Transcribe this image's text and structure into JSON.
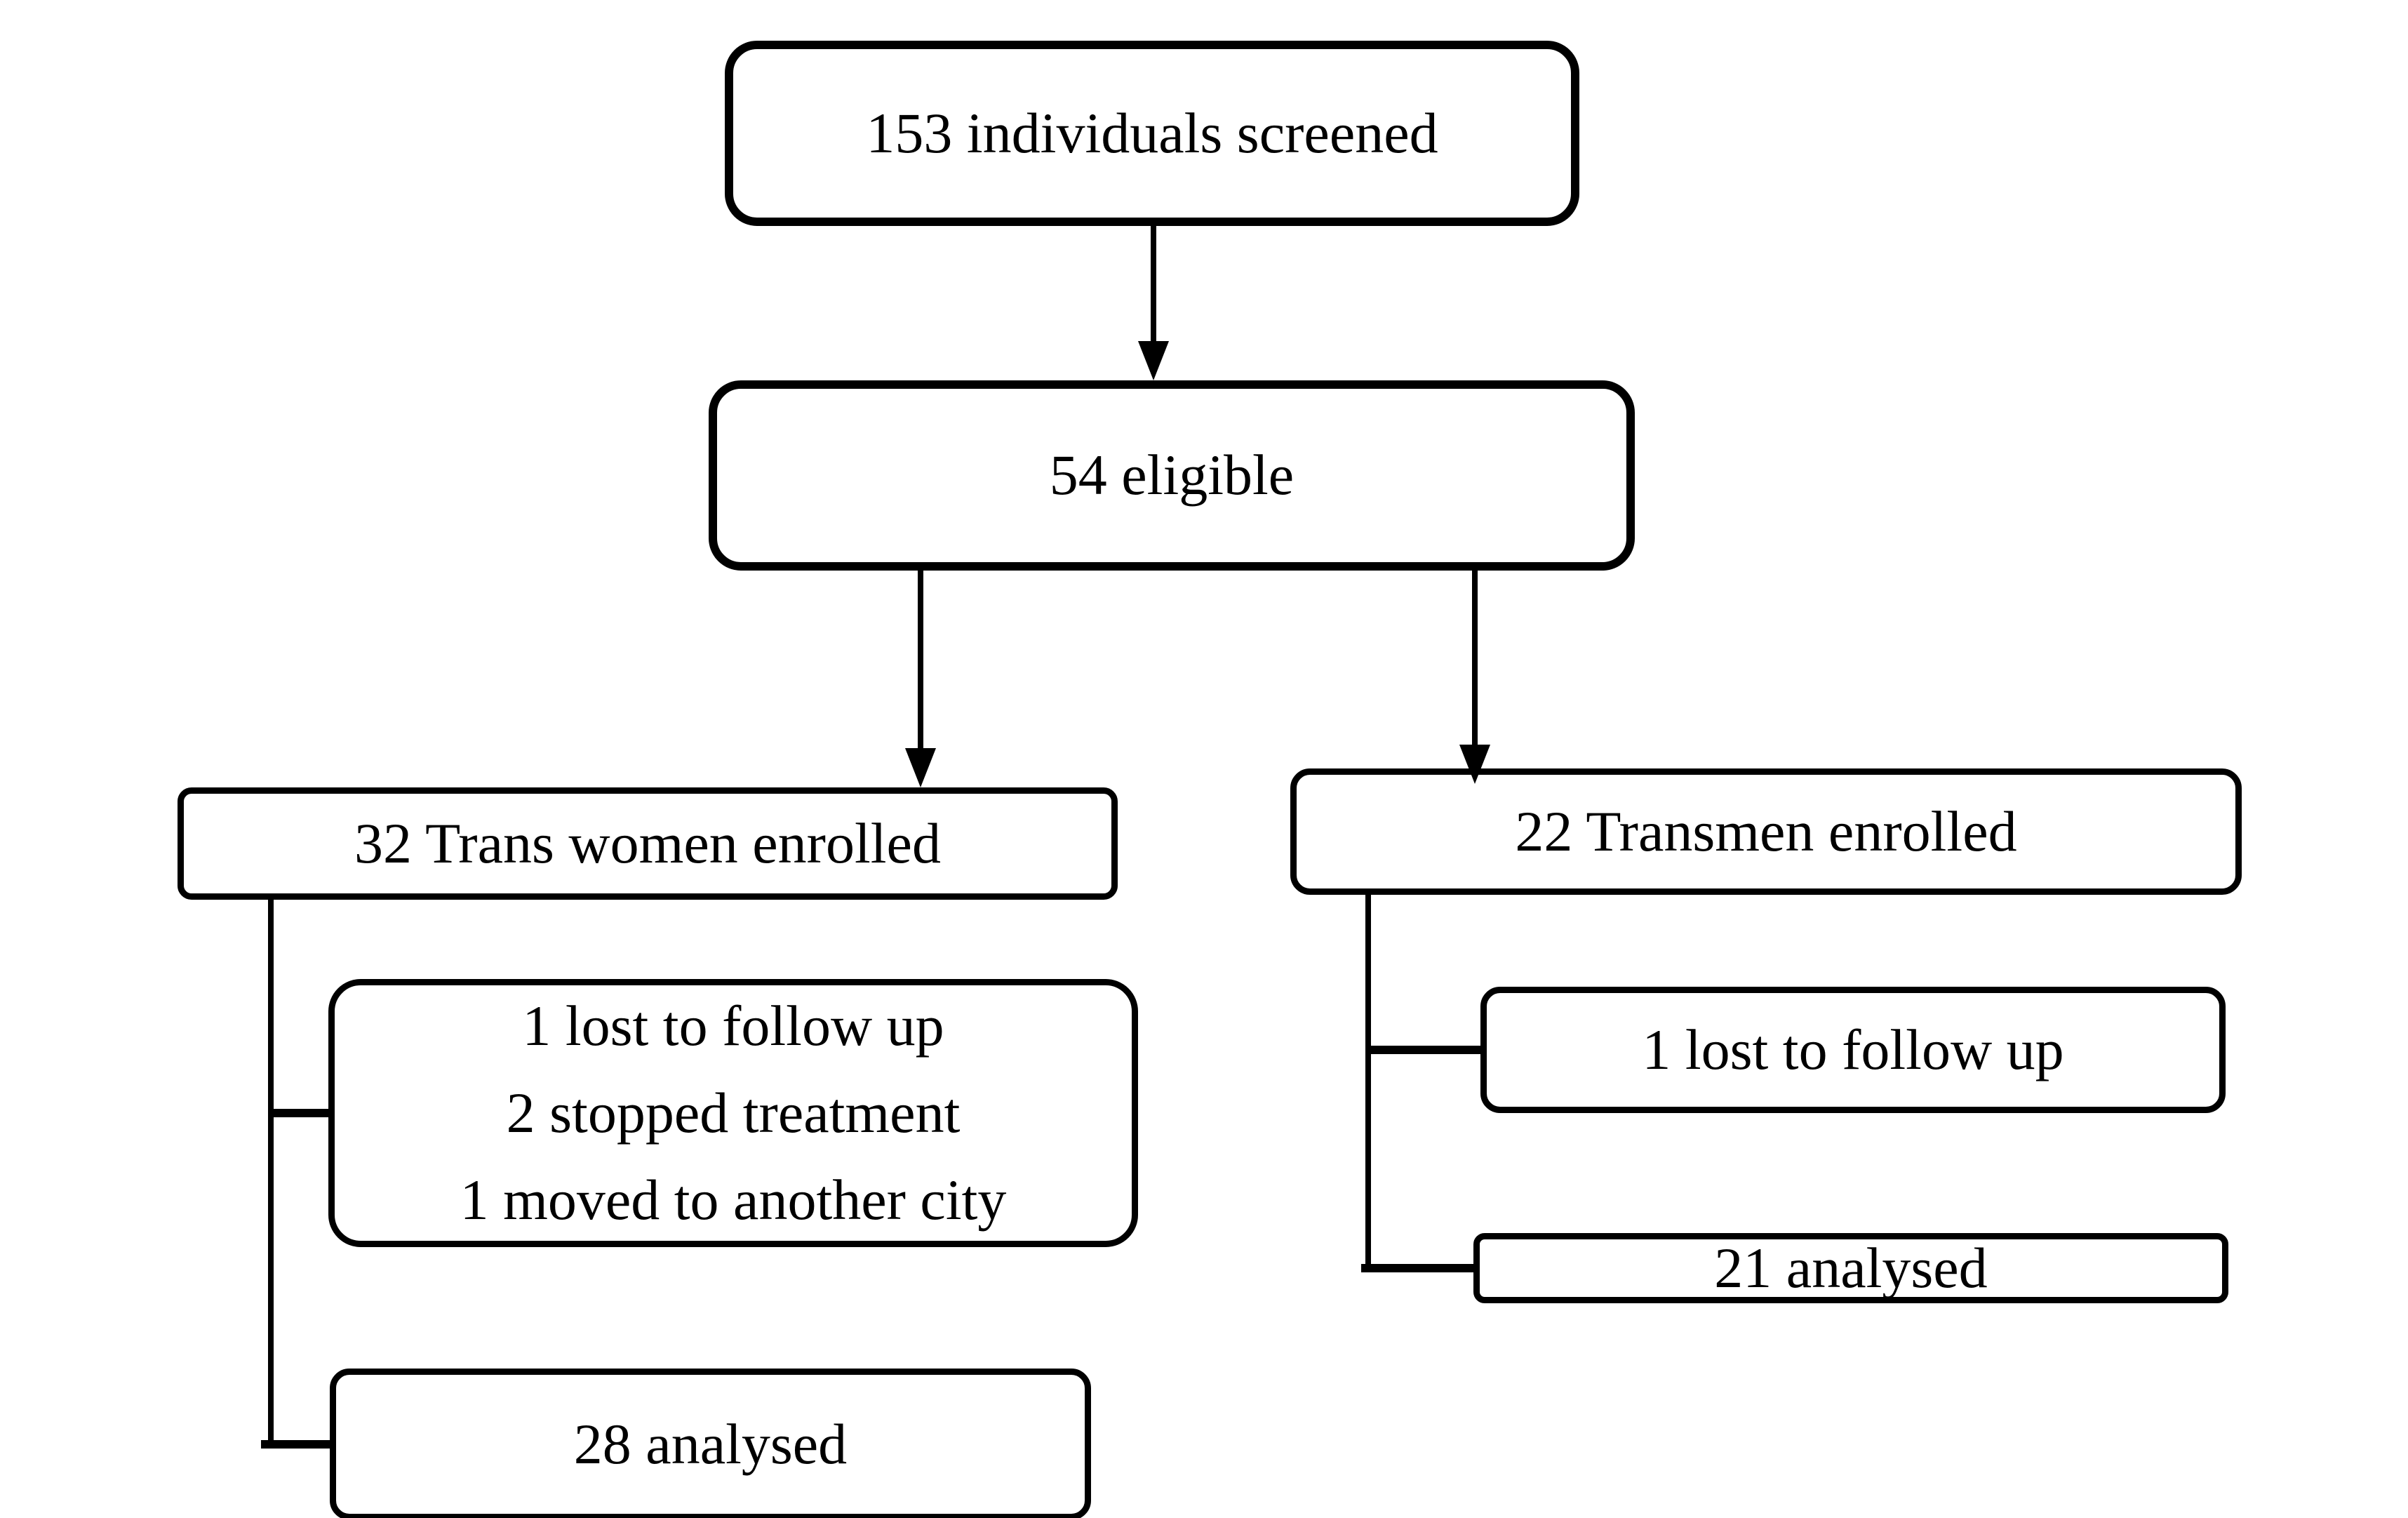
{
  "page": {
    "background_color": "#ffffff",
    "ink_color": "#000000"
  },
  "flowchart": {
    "nodes": {
      "screened": {
        "label": "153 individuals screened"
      },
      "eligible": {
        "label": "54 eligible"
      },
      "transwomen": {
        "label": "32 Trans women enrolled"
      },
      "transmen": {
        "label": "22 Transmen enrolled"
      },
      "tw_dropout": {
        "lines": [
          "1 lost to follow up",
          "2 stopped treatment",
          "1 moved to another city"
        ]
      },
      "tw_analysed": {
        "label": "28 analysed"
      },
      "tm_lost": {
        "label": "1 lost to follow up"
      },
      "tm_analysed": {
        "label": "21 analysed"
      }
    },
    "edges": [
      {
        "from": "screened",
        "to": "eligible",
        "type": "arrow"
      },
      {
        "from": "eligible",
        "to": "transwomen",
        "type": "arrow"
      },
      {
        "from": "eligible",
        "to": "transmen",
        "type": "arrow"
      },
      {
        "from": "transwomen",
        "to": "tw_dropout",
        "type": "elbow"
      },
      {
        "from": "transwomen",
        "to": "tw_analysed",
        "type": "elbow"
      },
      {
        "from": "transmen",
        "to": "tm_lost",
        "type": "elbow"
      },
      {
        "from": "transmen",
        "to": "tm_analysed",
        "type": "elbow"
      }
    ]
  }
}
